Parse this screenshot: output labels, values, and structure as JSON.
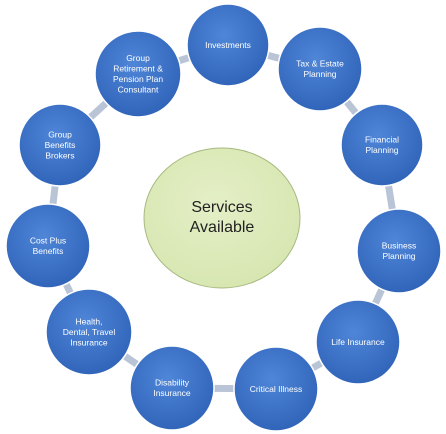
{
  "diagram": {
    "center": {
      "lines": [
        "Services",
        "Available"
      ],
      "fill": "#d6e6b0",
      "stroke": "#a7b97f"
    },
    "node_fill": "#2f63b8",
    "node_fill_light": "#4f86d8",
    "ring_color": "#b9c4d6",
    "label_color": "#ffffff",
    "nodes": [
      {
        "id": "investments",
        "lines": [
          "Investments"
        ]
      },
      {
        "id": "tax-estate-planning",
        "lines": [
          "Tax & Estate",
          "Planning"
        ]
      },
      {
        "id": "financial-planning",
        "lines": [
          "Financial",
          "Planning"
        ]
      },
      {
        "id": "business-planning",
        "lines": [
          "Business",
          "Planning"
        ]
      },
      {
        "id": "life-insurance",
        "lines": [
          "Life Insurance"
        ]
      },
      {
        "id": "critical-illness",
        "lines": [
          "Critical Illness"
        ]
      },
      {
        "id": "disability-insurance",
        "lines": [
          "Disability",
          "Insurance"
        ]
      },
      {
        "id": "health-dental-travel-insurance",
        "lines": [
          "Health,",
          "Dental, Travel",
          "Insurance"
        ]
      },
      {
        "id": "cost-plus-benefits",
        "lines": [
          "Cost Plus",
          "Benefits"
        ]
      },
      {
        "id": "group-benefits-brokers",
        "lines": [
          "Group",
          "Benefits",
          "Brokers"
        ]
      },
      {
        "id": "group-retirement-pension-plan-consultant",
        "lines": [
          "Group",
          "Retirement &",
          "Pension Plan",
          "Consultant"
        ]
      }
    ]
  }
}
